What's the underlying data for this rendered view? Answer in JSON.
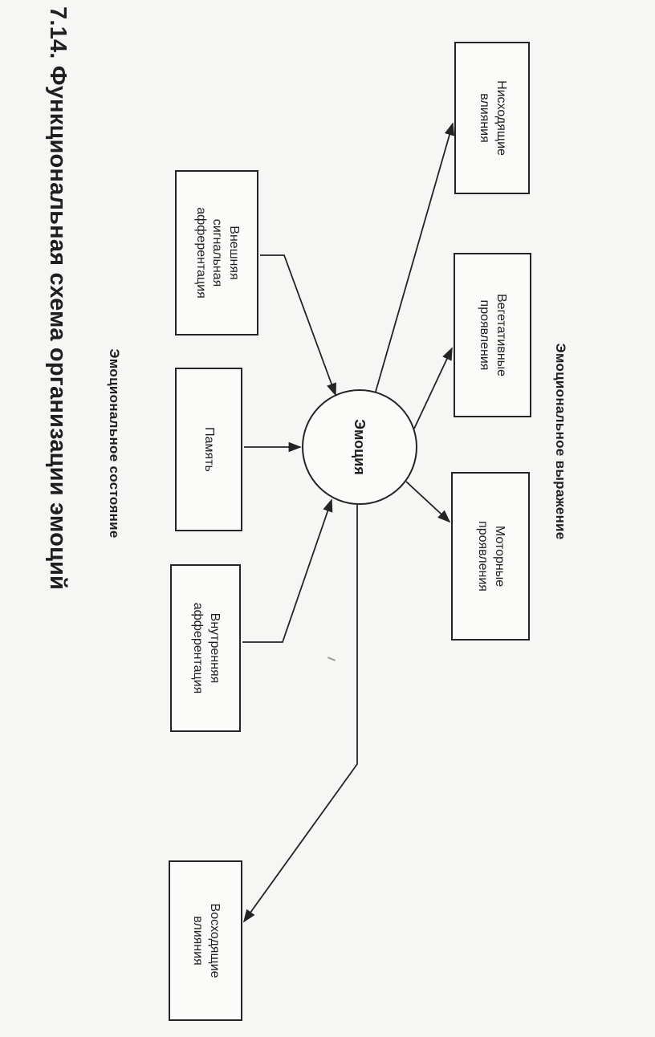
{
  "page": {
    "title": "7.14. Функциональная схема организации эмоций"
  },
  "colors": {
    "ink": "#242424",
    "paper": "#f6f6f4"
  },
  "diagram": {
    "center": {
      "label": "Эмоция"
    },
    "group_labels": {
      "expression": "Эмоциональное выражение",
      "state": "Эмоциональное состояние"
    },
    "boxes": [
      {
        "id": "descending",
        "label": "Нисходящие\nвлияния"
      },
      {
        "id": "vegetative",
        "label": "Вегетативные\nпроявления"
      },
      {
        "id": "motor",
        "label": "Моторные\nпроявления"
      },
      {
        "id": "external",
        "label": "Внешняя\nсигнальная\nафферентация"
      },
      {
        "id": "memory",
        "label": "Память"
      },
      {
        "id": "internal",
        "label": "Внутренняя\nафферентация"
      },
      {
        "id": "ascending",
        "label": "Восходящие\nвлияния"
      }
    ],
    "arrows": [
      {
        "from": "external",
        "to": "emotion"
      },
      {
        "from": "memory",
        "to": "emotion"
      },
      {
        "from": "internal",
        "to": "emotion"
      },
      {
        "from": "emotion",
        "to": "descending"
      },
      {
        "from": "emotion",
        "to": "vegetative"
      },
      {
        "from": "emotion",
        "to": "motor"
      },
      {
        "from": "emotion",
        "to": "ascending"
      }
    ]
  }
}
